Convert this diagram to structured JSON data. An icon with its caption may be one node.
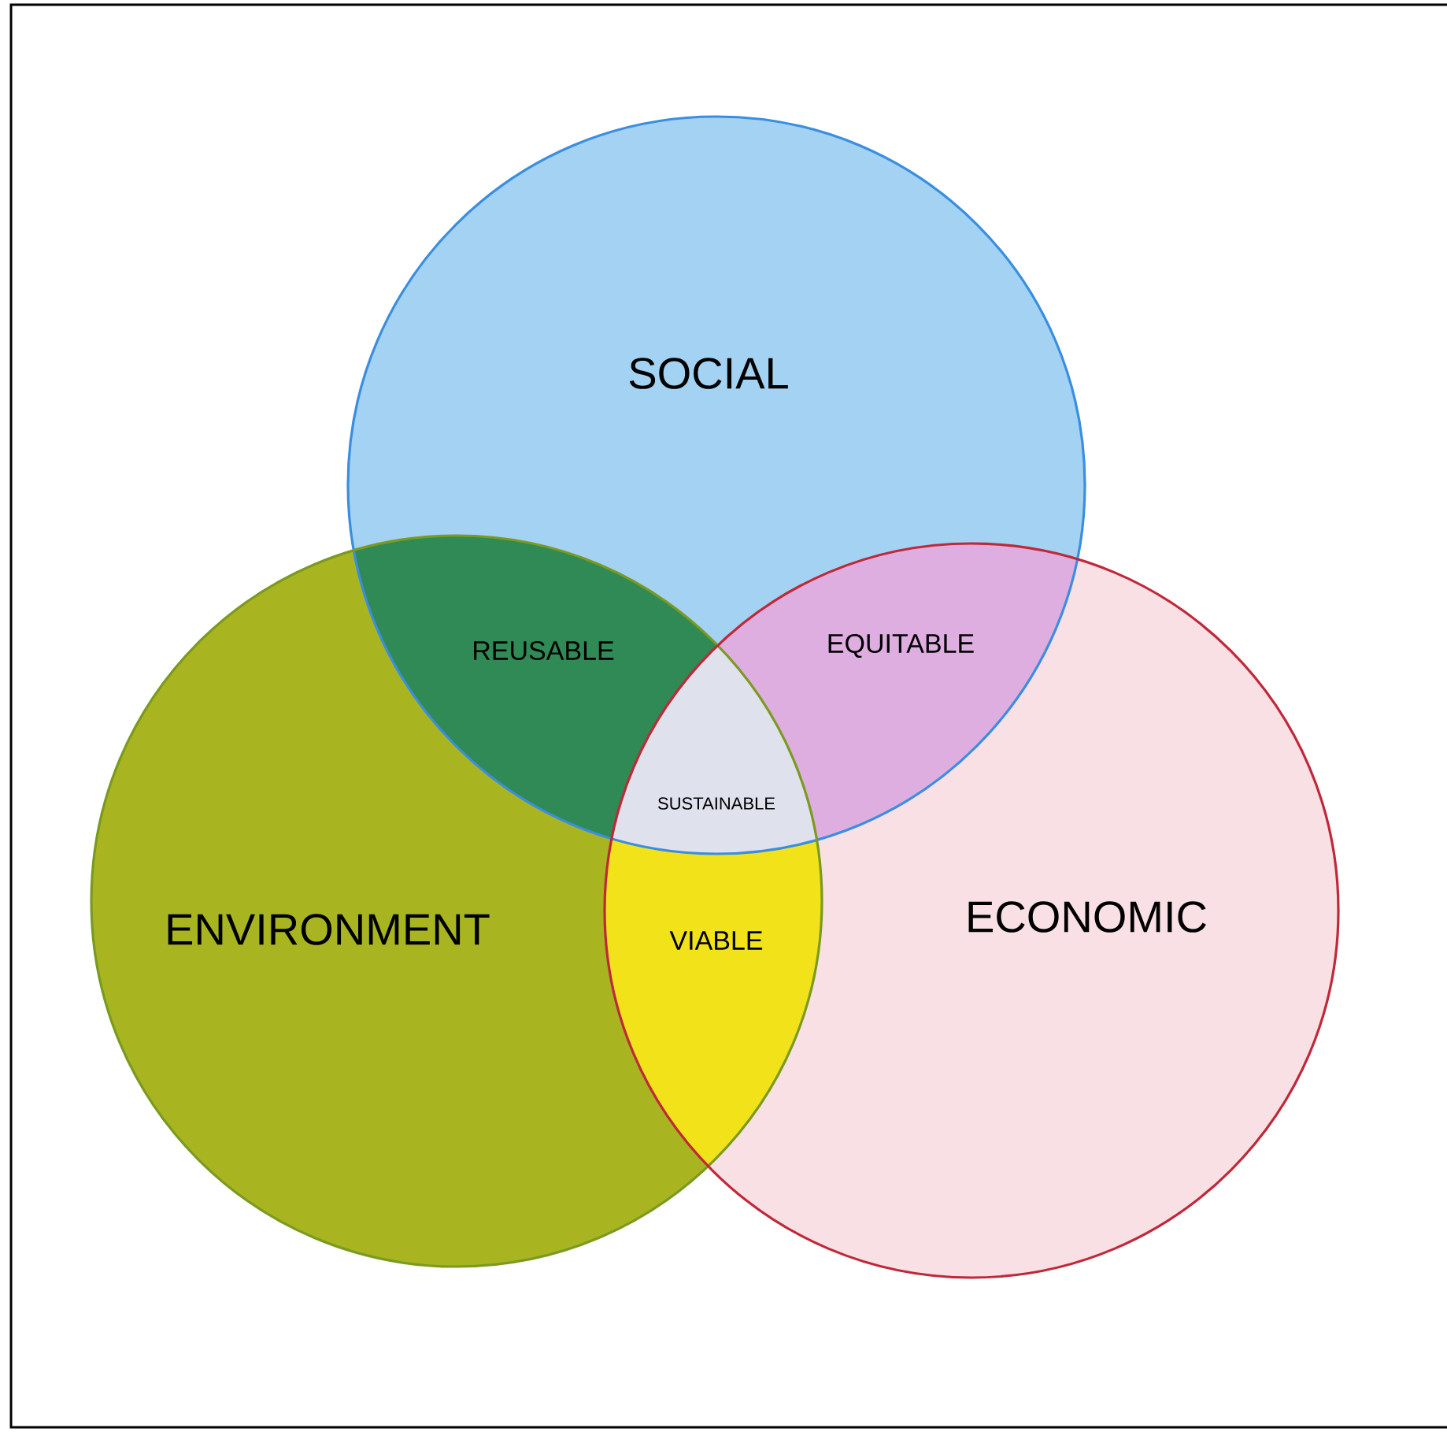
{
  "diagram": {
    "nodes": [
      {
        "text": [
          "SOCIAL"
        ]
      },
      {
        "text": [
          "ENVIRONMENT"
        ]
      },
      {
        "text": [
          "ECONOMIC"
        ]
      }
    ],
    "labels": [
      "REUSABLE",
      "EQUITABLE",
      "SUSTAINABLE",
      "VIABLE"
    ]
  }
}
